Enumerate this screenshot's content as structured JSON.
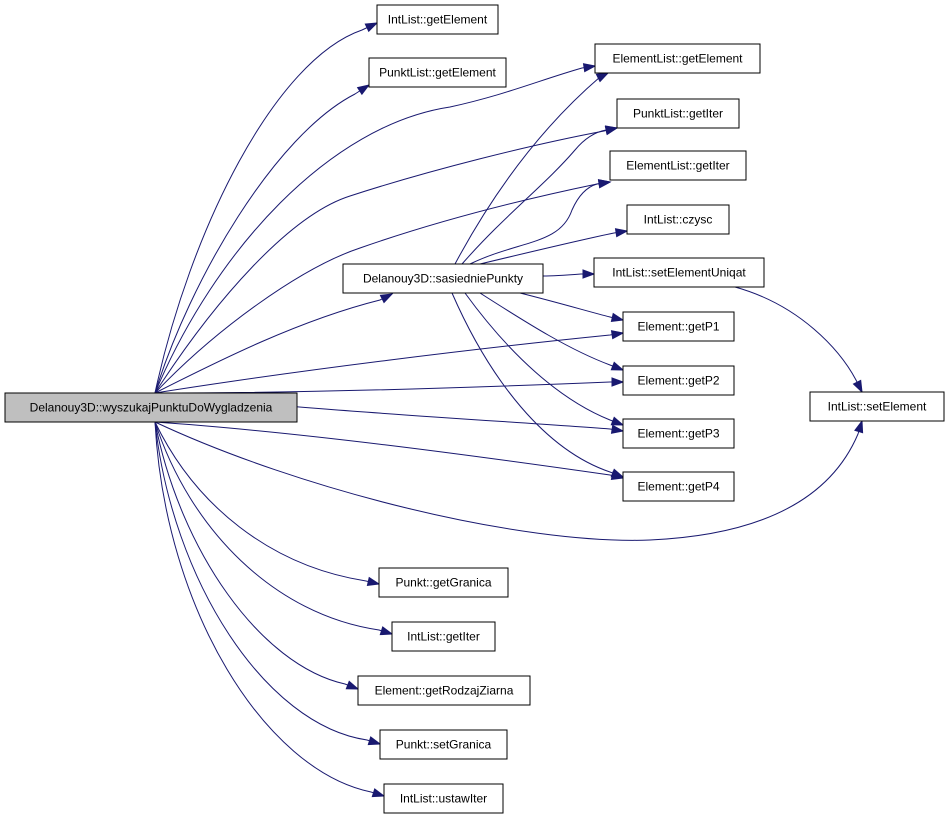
{
  "graph": {
    "root": "Delanouy3D::wyszukajPunktuDoWygladzenia",
    "nodes": {
      "root": "Delanouy3D::wyszukajPunktuDoWygladzenia",
      "sasiednie": "Delanouy3D::sasiedniePunkty",
      "intGetElement": "IntList::getElement",
      "punktListGetElement": "PunktList::getElement",
      "elementListGetElement": "ElementList::getElement",
      "punktListGetIter": "PunktList::getIter",
      "elementListGetIter": "ElementList::getIter",
      "intCzysc": "IntList::czysc",
      "intSetElementUniqat": "IntList::setElementUniqat",
      "elementGetP1": "Element::getP1",
      "elementGetP2": "Element::getP2",
      "elementGetP3": "Element::getP3",
      "elementGetP4": "Element::getP4",
      "intSetElement": "IntList::setElement",
      "punktGetGranica": "Punkt::getGranica",
      "intGetIter": "IntList::getIter",
      "elementGetRodzajZiarna": "Element::getRodzajZiarna",
      "punktSetGranica": "Punkt::setGranica",
      "intUstawIter": "IntList::ustawIter"
    },
    "edges": [
      [
        "root",
        "intGetElement"
      ],
      [
        "root",
        "punktListGetElement"
      ],
      [
        "root",
        "elementListGetElement"
      ],
      [
        "root",
        "punktListGetIter"
      ],
      [
        "root",
        "elementListGetIter"
      ],
      [
        "root",
        "sasiednie"
      ],
      [
        "root",
        "elementGetP1"
      ],
      [
        "root",
        "elementGetP2"
      ],
      [
        "root",
        "elementGetP3"
      ],
      [
        "root",
        "elementGetP4"
      ],
      [
        "root",
        "intSetElement"
      ],
      [
        "root",
        "punktGetGranica"
      ],
      [
        "root",
        "intGetIter"
      ],
      [
        "root",
        "elementGetRodzajZiarna"
      ],
      [
        "root",
        "punktSetGranica"
      ],
      [
        "root",
        "intUstawIter"
      ],
      [
        "sasiednie",
        "elementListGetElement"
      ],
      [
        "sasiednie",
        "punktListGetIter"
      ],
      [
        "sasiednie",
        "elementListGetIter"
      ],
      [
        "sasiednie",
        "intCzysc"
      ],
      [
        "sasiednie",
        "intSetElementUniqat"
      ],
      [
        "sasiednie",
        "elementGetP1"
      ],
      [
        "sasiednie",
        "elementGetP2"
      ],
      [
        "sasiednie",
        "elementGetP3"
      ],
      [
        "sasiednie",
        "elementGetP4"
      ],
      [
        "intSetElementUniqat",
        "intSetElement"
      ]
    ],
    "colors": {
      "edge": "#191970",
      "root_fill": "#bfbfbf",
      "node_fill": "#ffffff",
      "node_stroke": "#000000"
    }
  }
}
